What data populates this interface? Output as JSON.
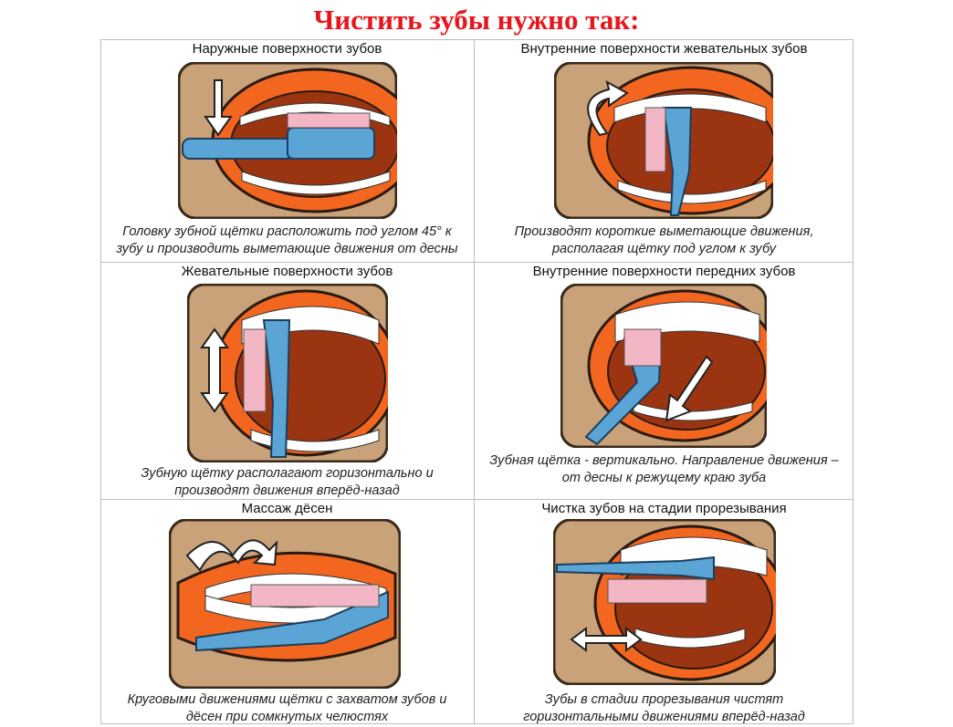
{
  "title": "Чистить зубы нужно так:",
  "panels": [
    {
      "heading": "Наружные поверхности зубов",
      "caption": [
        "Головку зубной щётки расположить под углом 45° к",
        "зубу и производить выметающие движения от десны"
      ]
    },
    {
      "heading": "Внутренние поверхности жевательных зубов",
      "caption": [
        "Производят короткие выметающие движения,",
        "располагая щётку под углом к зубу"
      ]
    },
    {
      "heading": "Жевательные поверхности зубов",
      "caption": [
        "Зубную щётку располагают горизонтально и",
        "производят движения вперёд-назад"
      ]
    },
    {
      "heading": "Внутренние поверхности передних зубов",
      "caption": [
        "Зубная щётка - вертикально. Направление движения –",
        "от десны к режущему краю зуба"
      ]
    },
    {
      "heading": "Массаж дёсен",
      "caption": [
        "Круговыми движениями щётки с захватом зубов и",
        "дёсен при сомкнутых челюстях"
      ]
    },
    {
      "heading": "Чистка зубов на стадии прорезывания",
      "caption": [
        "Зубы в стадии прорезывания чистят",
        "горизонтальными движениями вперёд-назад"
      ]
    }
  ],
  "colors": {
    "title": "#e8161c",
    "frame": "#c9a27a",
    "lips": "#f2661f",
    "mouth": "#9b3411",
    "tongue": "#c85a23",
    "teeth": "#ffffff",
    "brush": "#5aa4d6",
    "bristle_pink": "#f3b6c4",
    "arrow": "#222222"
  },
  "icons": [
    "mouth-illustration",
    "toothbrush-icon",
    "arrow-icon"
  ]
}
